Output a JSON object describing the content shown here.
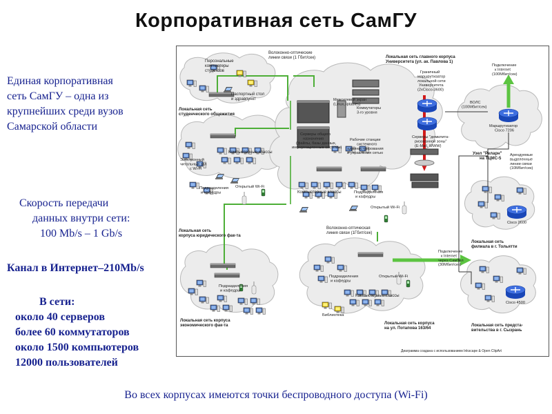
{
  "title": "Корпоративная сеть СамГУ",
  "intro": {
    "line1": "Единая корпоративная",
    "line2": "сеть СамГУ – одна из",
    "line3": "крупнейших среди вузов",
    "line4": "Самарской области"
  },
  "speed": {
    "line1": "Скорость передачи",
    "line2": "данных  внутри сети:",
    "line3": "100 Mb/s – 1 Gb/s"
  },
  "channel": "Канал в Интернет–210Mb/s",
  "stats": {
    "header": "В сети:",
    "servers": "около 40 серверов",
    "switches": "более 60 коммутаторов",
    "computers": "около 1500 компьютеров",
    "users": "12000 пользователей"
  },
  "wifi_note": "Во всех корпусах имеются точки беспроводного доступа (Wi-Fi)",
  "diagram": {
    "fiber_top_1": "Волоконно-оптические",
    "fiber_top_2": "линии связи (1 Гбит/сек)",
    "main_lan_1": "Локальная сеть главного корпуса",
    "main_lan_2": "Университета (ул. ак. Павлова 1)",
    "personal_1": "Персональные",
    "personal_2": "компьютеры",
    "personal_3": "студентов",
    "passport_1": "Паспортный стол",
    "passport_2": "и здравпункт",
    "dorm_lan_1": "Локальная сеть",
    "dorm_lan_2": "студенческого общежития",
    "screen_1": "Межсетевой экран",
    "screen_2": "(Linux, iptables)",
    "switches_1": "Коммутаторы",
    "switches_2": "3-го уровня",
    "border_1": "Граничный",
    "border_2": "маршрутизатор",
    "border_3": "локальной сети",
    "border_4": "Университета",
    "border_5": "(2xCisco-3600)",
    "inet_top_1": "Подключение",
    "inet_top_2": "к Internet",
    "inet_top_3": "(100Мбит/сек)",
    "vols_1": "ВОЛС",
    "vols_2": "(100Мбит/сек)",
    "router_label": "Маршрутизатор",
    "router_model": "Cisco 7206",
    "relarn_1": "Узел \"Реларн\"",
    "relarn_2": "на ТЦМС-5",
    "comp_classes": "Компьютерные классы",
    "ereading_1": "Электронный",
    "ereading_2": "читальный зал",
    "ereading_3": "с Wi-Fi",
    "servers_1": "Серверы общего",
    "servers_2": "назначения",
    "servers_3": "(файлы, базы данных,",
    "servers_4": "информационные системы)",
    "ws_1": "Рабочие станции",
    "ws_2": "системного",
    "ws_3": "администрирования",
    "ws_4": "и управления сетью",
    "dmz_1": "Серверы \"демилита-",
    "dmz_2": "ризованной зоны\"",
    "dmz_3": "(E-Mail, WWW)",
    "leased_1": "Арендуемые",
    "leased_2": "выделенные",
    "leased_3": "линии связи",
    "leased_4": "(10Мбит/сек)",
    "depts": "Подразделения",
    "depts_2": "и кафедры",
    "open_wifi": "Открытый Wi-Fi",
    "comp_classes_2": "Компьютерные классы",
    "cisco2600": "Cisco 2600",
    "togliatti_1": "Локальная сеть",
    "togliatti_2": "филиала в г. Тольятти",
    "law_1": "Локальная сеть",
    "law_2": "корпуса юридического фак-та",
    "fiber_mid_1": "Волоконно-оптическая",
    "fiber_mid_2": "линия связи (1Гбит/сек)",
    "inet_bot_1": "Подключение",
    "inet_bot_2": "к Internet",
    "inet_bot_3": "через СамТел",
    "inet_bot_4": "(30Мбит/сек)",
    "cisco4500": "Cisco 4500",
    "library": "Библиотека",
    "econ_1": "Локальная сеть корпуса",
    "econ_2": "экономического фак-та",
    "potapova_1": "Локальная сеть корпуса",
    "potapova_2": "на ул. Потапова 163/64",
    "syzran_1": "Локальная сеть предста-",
    "syzran_2": "вительства в г. Сызрань",
    "credit": "Диаграмма создана с использованием Inkscape & Open ClipArt"
  }
}
